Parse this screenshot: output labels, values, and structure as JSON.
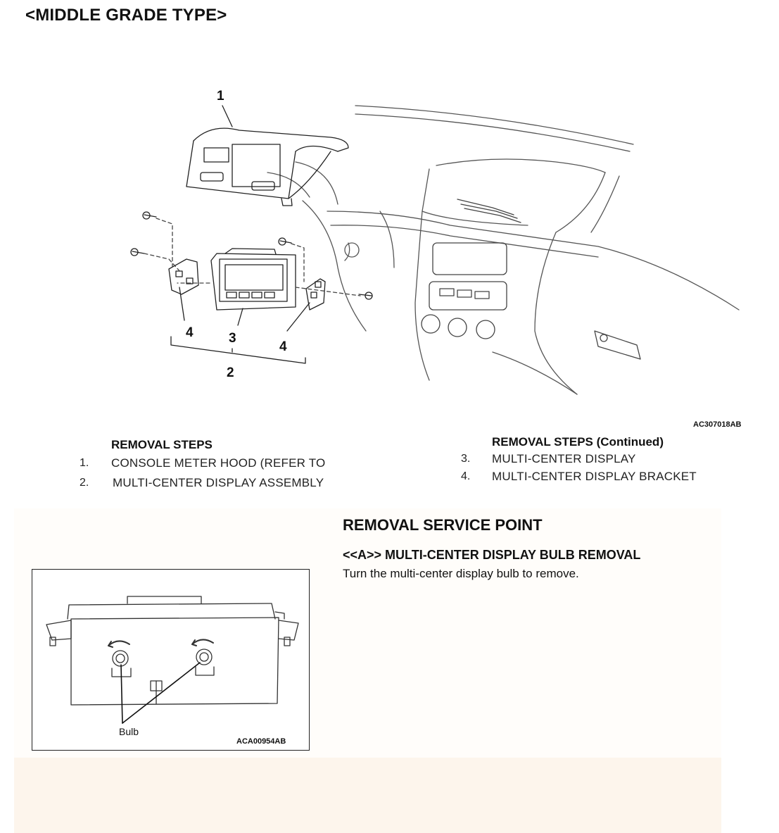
{
  "page": {
    "title": "<MIDDLE GRADE TYPE>"
  },
  "figure_1": {
    "callouts": {
      "c1": "1",
      "c2": "2",
      "c3": "3",
      "c4_left": "4",
      "c4_right": "4"
    },
    "code": "AC307018AB"
  },
  "removal_steps": {
    "title": "REMOVAL STEPS",
    "items": [
      {
        "num": "1.",
        "text": "CONSOLE METER HOOD (REFER TO"
      },
      {
        "num": "2.",
        "text": "MULTI-CENTER DISPLAY ASSEMBLY"
      }
    ]
  },
  "removal_steps_continued": {
    "title": "REMOVAL STEPS (Continued)",
    "items": [
      {
        "num": "3.",
        "text": "MULTI-CENTER DISPLAY"
      },
      {
        "num": "4.",
        "text": "MULTI-CENTER DISPLAY BRACKET"
      }
    ]
  },
  "service_point": {
    "heading": "REMOVAL SERVICE POINT",
    "subheading": "<<A>> MULTI-CENTER DISPLAY BULB REMOVAL",
    "body": "Turn the multi-center display bulb to remove."
  },
  "figure_2": {
    "label": "Bulb",
    "code": "ACA00954AB"
  },
  "colors": {
    "line": "#333333",
    "panel_background": "#fdf5ec"
  }
}
